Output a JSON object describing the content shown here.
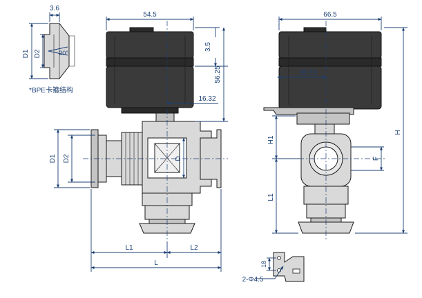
{
  "labels": {
    "flange_width": "3.6",
    "flange_d1": "D1",
    "flange_d2": "D2",
    "flange_angle": "20°",
    "bpe_note": "*BPE卡箍结构",
    "actuator_width": "54.5",
    "actuator_gap": "3.5",
    "actuator_height": "56.25",
    "stem_offset": "16.32",
    "body_d1": "D1",
    "body_d2": "D2",
    "body_bore": "D",
    "len_l1": "L1",
    "len_l2": "L2",
    "len_total": "L",
    "side_width": "66.5",
    "side_offset": "30.73",
    "side_h1": "H1",
    "side_h": "H",
    "side_f": "F",
    "side_l1": "L1",
    "bracket_18": "18",
    "bracket_holes": "2-Φ4.5"
  },
  "colors": {
    "dimension": "#1b3f73",
    "outline": "#1a1a1a",
    "metal": "#d9d9d9",
    "actuator": "#3a3a3a"
  }
}
